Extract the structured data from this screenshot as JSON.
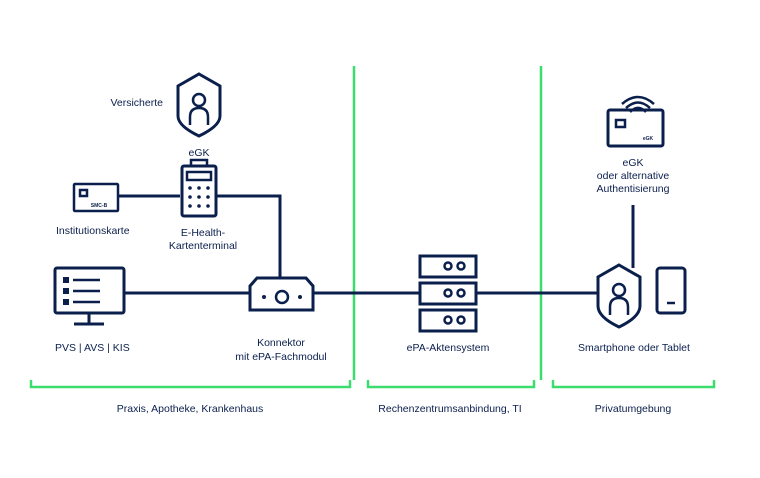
{
  "labels": {
    "versicherte": "Versicherte",
    "egk_top": "eGK",
    "institutionskarte": "Institutionskarte",
    "smc_b": "SMC-B",
    "terminal_line1": "E-Health-",
    "terminal_line2": "Kartenterminal",
    "pvs": "PVS | AVS | KIS",
    "konnektor_line1": "Konnektor",
    "konnektor_line2": "mit ePA-Fachmodul",
    "epa": "ePA-Aktensystem",
    "egk_right_line1": "eGK",
    "egk_right_line2": "oder alternative",
    "egk_right_line3": "Authentisierung",
    "egk_card": "eGK",
    "smartphone": "Smartphone oder Tablet"
  },
  "zones": [
    {
      "label": "Praxis, Apotheke, Krankenhaus"
    },
    {
      "label": "Rechenzentrumsanbindung, TI"
    },
    {
      "label": "Privatumgebung"
    }
  ],
  "colors": {
    "navy": "#0b1f4d",
    "green": "#3ddc6e"
  }
}
